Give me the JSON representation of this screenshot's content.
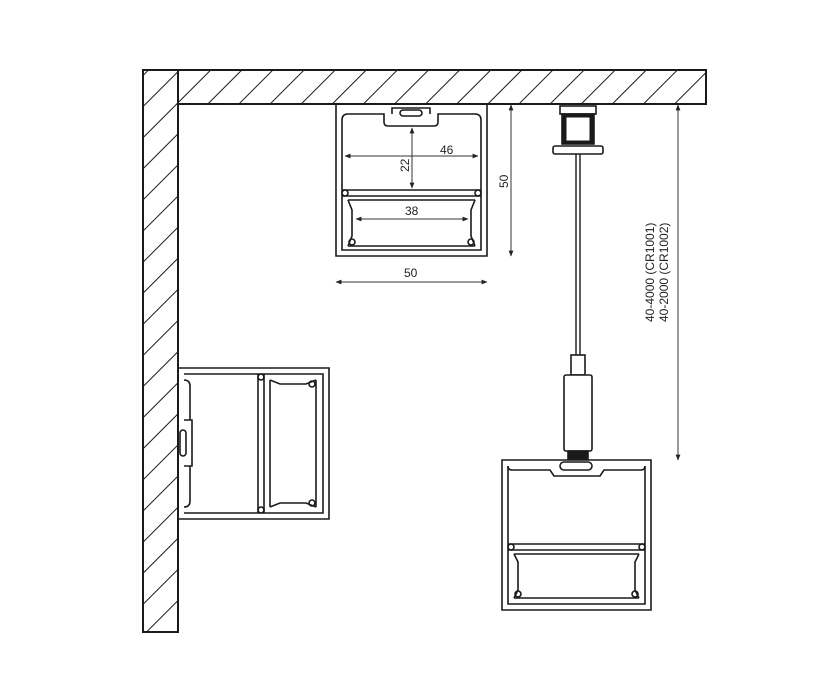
{
  "dimensions": {
    "profile_width_inner": "46",
    "profile_height_upper": "22",
    "profile_width_lens": "38",
    "profile_height_total": "50",
    "profile_width_total": "50",
    "suspension_length_cr1001": "40-4000 (CR1001)",
    "suspension_length_cr1002": "40-2000 (CR1002)"
  },
  "colors": {
    "line": "#1a1a1a",
    "dim_line": "#333333",
    "background": "#ffffff"
  }
}
